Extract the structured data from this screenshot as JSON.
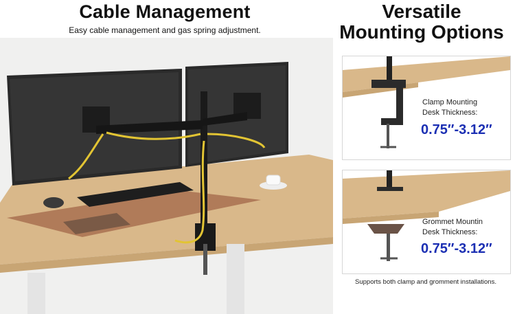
{
  "cable_section": {
    "title": "Cable Management",
    "subtitle": "Easy cable management and gas spring adjustment."
  },
  "mounting_section": {
    "title_line1": "Versatile",
    "title_line2": "Mounting Options",
    "clamp": {
      "label_line1": "Clamp Mounting",
      "label_line2": "Desk Thickness:",
      "value": "0.75″-3.12″"
    },
    "grommet": {
      "label_line1": "Grommet Mountin",
      "label_line2": "Desk Thickness:",
      "value": "0.75″-3.12″"
    },
    "footnote": "Supports both clamp and gromment installations."
  },
  "colors": {
    "value_blue": "#1b2fb3",
    "cable_yellow": "#e2c433",
    "desk_wood": "#d9b88a",
    "monitor_black": "#2a2a2a"
  }
}
